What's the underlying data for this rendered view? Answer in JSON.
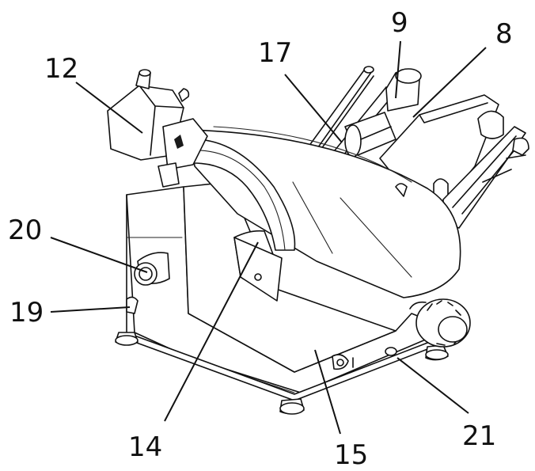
{
  "labels": {
    "l12": "12",
    "l17": "17",
    "l9": "9",
    "l8": "8",
    "l20": "20",
    "l19": "19",
    "l14": "14",
    "l15": "15",
    "l21": "21"
  }
}
